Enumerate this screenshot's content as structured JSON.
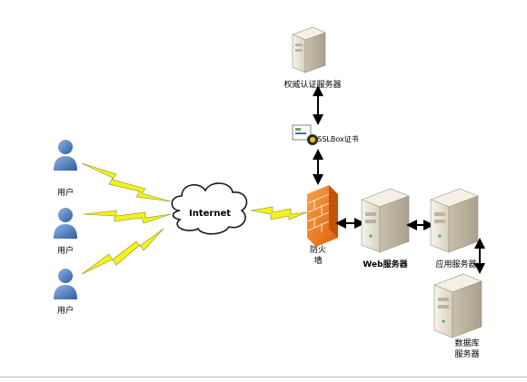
{
  "diagram": {
    "users": [
      {
        "label": "用户"
      },
      {
        "label": "用户"
      },
      {
        "label": "用户"
      }
    ],
    "internet": {
      "label": "Internet"
    },
    "firewall": {
      "label_line1": "防火",
      "label_line2": "墙"
    },
    "auth_server": {
      "label": "权威认证服务器"
    },
    "ssl_cert": {
      "label": "SSLBox证书"
    },
    "web_server": {
      "label": "Web服务器"
    },
    "app_server": {
      "label": "应用服务器"
    },
    "db_server": {
      "label_line1": "数据库",
      "label_line2": "服务器"
    }
  },
  "colors": {
    "user_blue": "#4f79b6",
    "lightning_yellow": "#f2f21c",
    "firewall_orange": "#f07a1c",
    "server_beige": "#ece7da",
    "arrow_black": "#000000"
  },
  "icons": [
    "user-icon",
    "lightning-icon",
    "cloud-icon",
    "firewall-icon",
    "server-icon",
    "certificate-icon",
    "arrow-icon"
  ]
}
